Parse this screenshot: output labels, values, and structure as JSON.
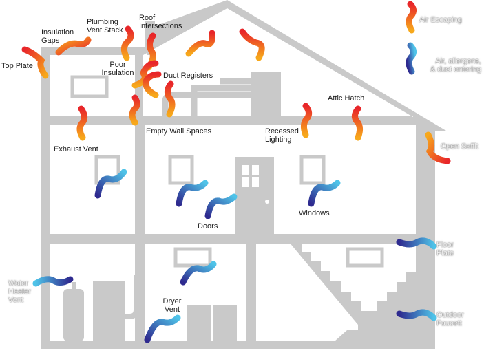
{
  "colors": {
    "wall": "#c9c9c9",
    "interior": "#ffffff",
    "escape_from": "#f7a81b",
    "escape_to": "#e8262a",
    "enter_from": "#4fc3e8",
    "enter_to": "#2e2a8f"
  },
  "legend": {
    "escaping": "Air Escaping",
    "entering": "Air, allergens,\n& dust entering"
  },
  "labels": {
    "top_plate": "Top Plate",
    "insulation_gaps": "Insulation\nGaps",
    "plumbing_vent_stack": "Plumbing\nVent Stack",
    "roof_intersections": "Roof\nIntersections",
    "poor_insulation": "Poor\nInsulation",
    "duct_registers": "Duct Registers",
    "attic_hatch": "Attic Hatch",
    "empty_wall_spaces": "Empty Wall Spaces",
    "recessed_lighting": "Recessed\nLighting",
    "exhaust_vent": "Exhaust Vent",
    "open_soffit": "Open Soffit",
    "doors": "Doors",
    "windows": "Windows",
    "floor_plate": "Floor\nPlate",
    "water_heater_vent": "Water\nHeater\nVent",
    "dryer_vent": "Dryer\nVent",
    "outdoor_faucet": "Outdoor\nFaucett"
  }
}
